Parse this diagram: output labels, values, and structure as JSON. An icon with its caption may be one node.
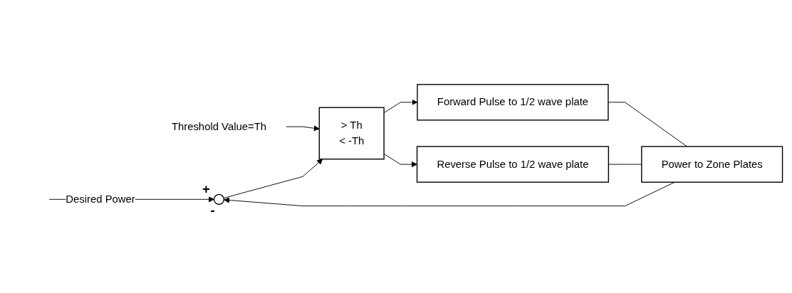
{
  "diagram": {
    "nodes": [
      {
        "text": [
          "Threshold Value=Th"
        ]
      },
      {
        "text": [],
        "shape": "circle",
        "beside": [
          "+",
          "-"
        ]
      },
      {
        "text": [
          "> Th",
          "< -Th"
        ]
      },
      {
        "text": [
          "Forward Pulse to 1/2 wave plate"
        ]
      },
      {
        "text": [
          "Reverse Pulse to 1/2 wave plate"
        ]
      },
      {
        "text": [
          "Power to Zone Plates"
        ]
      }
    ],
    "edges": [
      {
        "from": null,
        "to": 1,
        "arrow": "to",
        "label": "Desired Power"
      },
      {
        "from": 0,
        "to": 2,
        "arrow": "to"
      },
      {
        "from": 1,
        "to": 2,
        "arrow": "to"
      },
      {
        "from": 2,
        "to": 3,
        "arrow": "to"
      },
      {
        "from": 2,
        "to": 4,
        "arrow": "to"
      },
      {
        "from": 3,
        "to": 5,
        "arrow": "none"
      },
      {
        "from": 4,
        "to": 5,
        "arrow": "none"
      },
      {
        "from": 5,
        "to": 1,
        "arrow": "to"
      }
    ]
  }
}
